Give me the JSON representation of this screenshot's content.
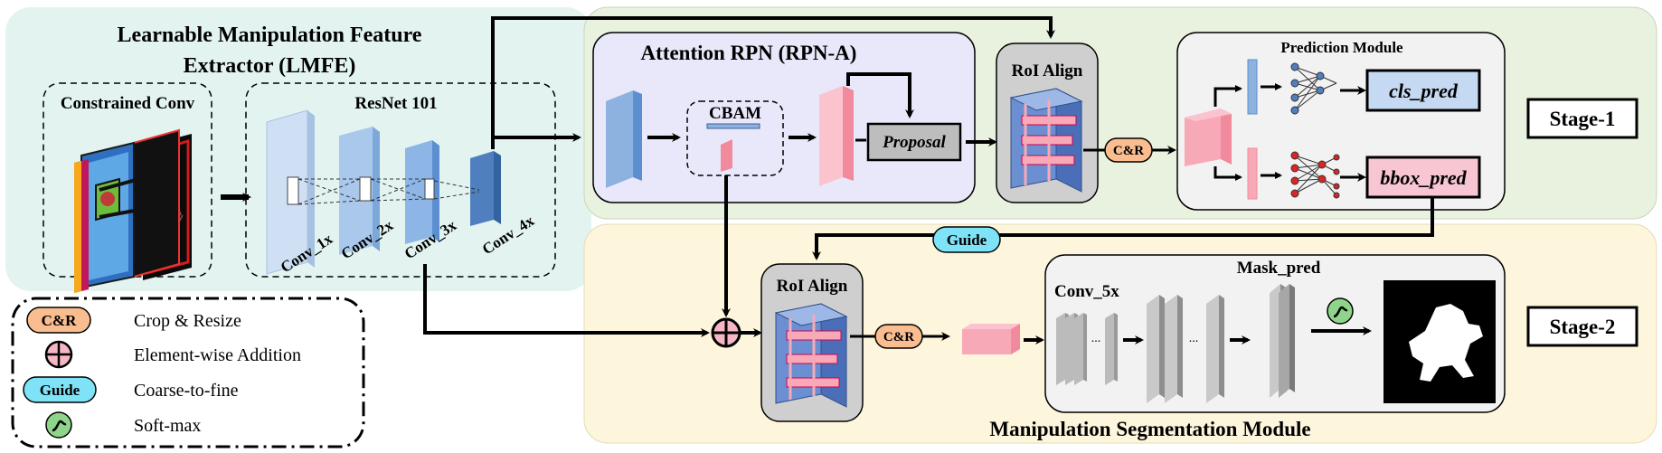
{
  "lmfe": {
    "title_line1": "Learnable Manipulation Feature",
    "title_line2": "Extractor (LMFE)",
    "constrained_conv": "Constrained Conv",
    "resnet": "ResNet 101",
    "conv1": "Conv_1x",
    "conv2": "Conv_2x",
    "conv3": "Conv_3x",
    "conv4": "Conv_4x"
  },
  "rpn": {
    "title": "Attention RPN (RPN-A)",
    "cbam": "CBAM",
    "proposal": "Proposal"
  },
  "roi_align_top": "RoI Align",
  "roi_align_bottom": "RoI Align",
  "prediction": {
    "title": "Prediction Module",
    "cls": "cls_pred",
    "bbox": "bbox_pred"
  },
  "stage1": "Stage-1",
  "stage2": "Stage-2",
  "guide_badge": "Guide",
  "cr_badge_top": "C&R",
  "cr_badge_bottom": "C&R",
  "mask": {
    "title": "Mask_pred",
    "conv5": "Conv_5x",
    "dots1": "...",
    "dots2": "..."
  },
  "segmentation_title": "Manipulation Segmentation Module",
  "legend": {
    "items": [
      {
        "badge": "C&R",
        "label": "Crop & Resize"
      },
      {
        "badge": "",
        "label": "Element-wise Addition"
      },
      {
        "badge": "Guide",
        "label": "Coarse-to-fine"
      },
      {
        "badge": "",
        "label": "Soft-max"
      }
    ]
  },
  "colors": {
    "lmfe_bg": "#e3f4f0",
    "stage1_bg": "#e9f1df",
    "stage2_bg": "#fdf6dc",
    "rpn_bg": "#e8e8fa",
    "module_bg": "#f2f2f2",
    "cr_badge": "#f9bd90",
    "guide_badge": "#7fe3f7",
    "softmax_badge": "#8fd48b",
    "cls_box": "#c6d9f2",
    "bbox_box": "#f8c6d3",
    "blue_block": "#8db2e0",
    "pink_block": "#f8a9b7"
  }
}
